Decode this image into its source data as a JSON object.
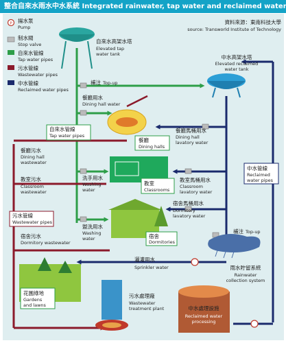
{
  "header": {
    "title": "整合自來水雨水中水系統 Integrated rainwater, tap water and reclaimed water system"
  },
  "source": {
    "zh": "資料來源：東南科技大學",
    "en": "source: Transworld Institute of Technology"
  },
  "legend": {
    "pump": {
      "zh": "揚水泵",
      "en": "Pump"
    },
    "stop_valve": {
      "zh": "制水閥",
      "en": "Stop valve"
    },
    "tap_water_pipes": {
      "zh": "自來水管線",
      "en": "Tap water pipes"
    },
    "wastewater_pipes": {
      "zh": "污水管線",
      "en": "Wastewater pipes"
    },
    "reclaimed_water_pipes": {
      "zh": "中水管線",
      "en": "Reclaimed water pipes"
    }
  },
  "nodes": {
    "tap_tower": {
      "zh": "自來水高架水塔",
      "en1": "Elevated tap",
      "en2": "water tank"
    },
    "reclaimed_tower": {
      "zh": "中水高架水塔",
      "en1": "Elevated reclaimed",
      "en2": "water tank"
    },
    "dining_hall": {
      "zh": "餐廳",
      "en": "Dining halls"
    },
    "classrooms": {
      "zh": "教室",
      "en": "Classrooms"
    },
    "dormitories": {
      "zh": "宿舍",
      "en": "Dormitories"
    },
    "rainwater": {
      "zh": "雨水貯留系統",
      "en1": "Rainwater",
      "en2": "collection system"
    },
    "gardens": {
      "zh": "花園綠地",
      "en1": "Gardens",
      "en2": "and lawns"
    },
    "wastewater_plant": {
      "zh": "污水處理廠",
      "en1": "Wastewater",
      "en2": "treatment plant"
    },
    "reclaimed_processing": {
      "zh": "中水處理設施",
      "en1": "Reclaimed water",
      "en2": "processing"
    }
  },
  "flows": {
    "topup1": {
      "zh": "補注",
      "en": "Top-up"
    },
    "topup2": {
      "zh": "補注",
      "en": "Top-up"
    },
    "dining_water": {
      "zh": "餐廳用水",
      "en": "Dining hall water"
    },
    "dining_lav": {
      "zh": "餐廳馬桶用水",
      "en1": "Dining hall",
      "en2": "lavatory water"
    },
    "tap_pipes_label": {
      "zh": "自來水管線",
      "en": "Tap water pipes"
    },
    "dining_waste": {
      "zh": "餐廳污水",
      "en1": "Dining hall",
      "en2": "wastewater"
    },
    "classroom_waste": {
      "zh": "教室污水",
      "en1": "Classroom",
      "en2": "wastewater"
    },
    "washing1": {
      "zh": "洗手用水",
      "en1": "Washing",
      "en2": "water"
    },
    "classroom_lav": {
      "zh": "教室馬桶用水",
      "en1": "Classroom",
      "en2": "lavatory water"
    },
    "waste_pipes_label": {
      "zh": "污水管線",
      "en": "Wastewater pipes"
    },
    "dorm_lav": {
      "zh": "宿舍馬桶用水",
      "en1": "Dormitory",
      "en2": "lavatory water"
    },
    "washing2": {
      "zh": "盥洗用水",
      "en1": "Washing",
      "en2": "water"
    },
    "dorm_waste": {
      "zh": "宿舍污水",
      "en": "Dormitory wastewater"
    },
    "sprinkler": {
      "zh": "灑灌用水",
      "en": "Sprinkler water"
    },
    "reclaimed_pipes_label": {
      "zh": "中水管線",
      "en1": "Reclaimed",
      "en2": "water pipes"
    }
  },
  "colors": {
    "tap": "#2e9e48",
    "waste": "#8b1a2b",
    "reclaimed": "#1a2a6c",
    "header": "#14a3c7",
    "panel": "#dfeef0"
  }
}
